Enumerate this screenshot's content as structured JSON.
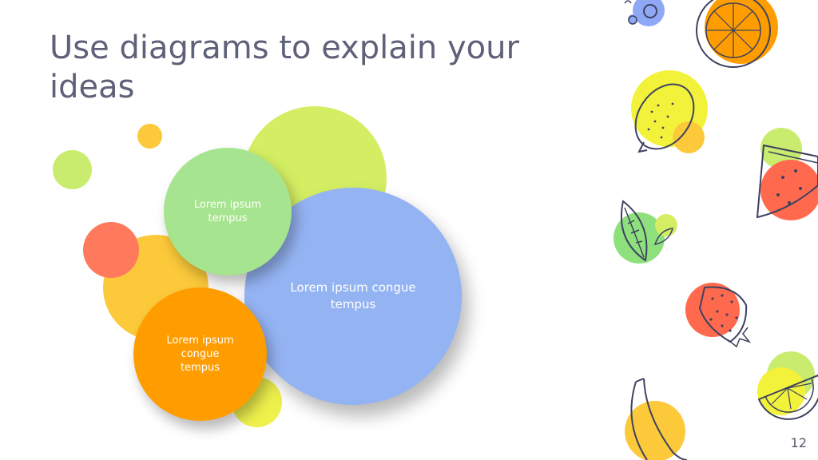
{
  "slide": {
    "title": "Use diagrams to explain your ideas",
    "page_number": "12"
  },
  "diagram": {
    "bubbles": [
      {
        "id": "green",
        "label": "Lorem ipsum tempus",
        "color": "#a7e48f"
      },
      {
        "id": "blue",
        "label": "Lorem ipsum congue tempus",
        "color": "#94b3f2"
      },
      {
        "id": "orange",
        "label": "Lorem ipsum congue tempus",
        "color": "#ff9d00"
      }
    ]
  },
  "colors": {
    "title": "#5e6178",
    "lime": "#d4ee63",
    "yellow": "#fbc93a",
    "coral": "#ff7a5c",
    "green": "#a7e48f",
    "blue": "#94b3f2",
    "orange": "#ff9d00"
  },
  "decorations": [
    {
      "icon": "blueberry-icon"
    },
    {
      "icon": "orange-slice-icon"
    },
    {
      "icon": "lemon-icon"
    },
    {
      "icon": "watermelon-icon"
    },
    {
      "icon": "leaves-icon"
    },
    {
      "icon": "strawberry-icon"
    },
    {
      "icon": "lime-slice-icon"
    },
    {
      "icon": "banana-icon"
    }
  ]
}
